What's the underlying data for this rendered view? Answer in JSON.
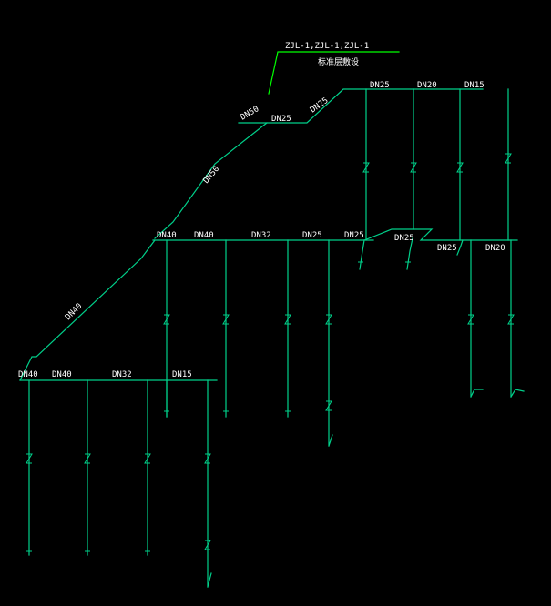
{
  "title": {
    "riser_ids": "ZJL-1,ZJL-1,ZJL-1",
    "note": "标准层敷设"
  },
  "colors": {
    "background": "#000000",
    "pipe": "#00D08A",
    "text": "#FFFFFF",
    "leader": "#00FF00"
  },
  "labels": {
    "top_left_1": "DN50",
    "top_left_2": "DN25",
    "top_diag": "DN25",
    "top_right": [
      "DN25",
      "DN20",
      "DN15"
    ],
    "diag_upper": "DN50",
    "mid_row": [
      "DN40",
      "DN40",
      "DN32",
      "DN25",
      "DN25"
    ],
    "mid_right": [
      "DN25",
      "DN25",
      "DN20"
    ],
    "diag_lower": "DN40",
    "low_row": [
      "DN40",
      "DN40",
      "DN32",
      "DN15"
    ]
  },
  "fixture_symbol": "Z"
}
